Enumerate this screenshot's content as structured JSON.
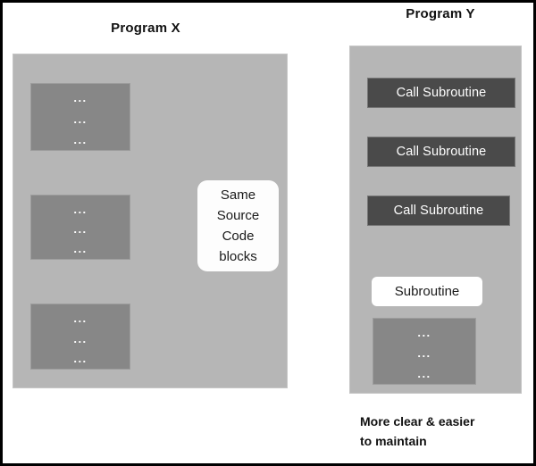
{
  "diagram": {
    "type": "software-structure-comparison",
    "background_color": "#ffffff",
    "border_color": "#000000",
    "panel_color": "#b6b6b6",
    "code_block_color": "#878787",
    "call_bar_color": "#4a4a4a",
    "callout_color": "#fdfdfd"
  },
  "left_panel": {
    "title": "Program X",
    "blocks": [
      {
        "dots": [
          "...",
          "...",
          "..."
        ]
      },
      {
        "dots": [
          "...",
          "...",
          "..."
        ]
      },
      {
        "dots": [
          "...",
          "...",
          "..."
        ]
      }
    ],
    "callout": {
      "lines": [
        "Same",
        "Source",
        "Code",
        "blocks"
      ],
      "text": "Same Source Code blocks"
    }
  },
  "right_panel": {
    "title": "Program Y",
    "calls": [
      {
        "label": "Call Subroutine"
      },
      {
        "label": "Call Subroutine"
      },
      {
        "label": "Call Subroutine"
      }
    ],
    "subroutine": {
      "label": "Subroutine",
      "block": {
        "dots": [
          "...",
          "...",
          "..."
        ]
      }
    },
    "caption": {
      "line1": "More clear & easier",
      "line2": "to maintain",
      "text": "More clear & easier to maintain"
    }
  }
}
